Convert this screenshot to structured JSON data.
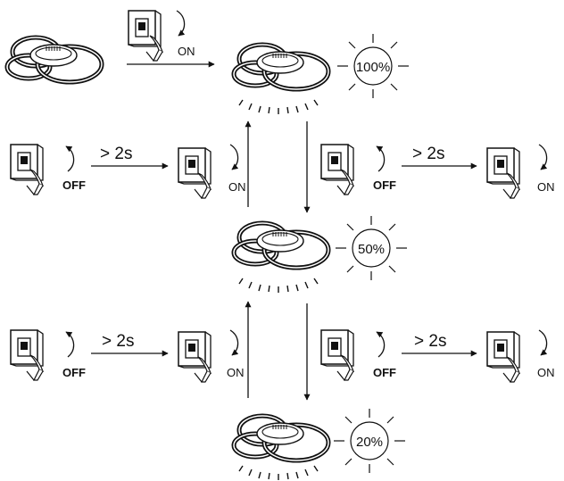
{
  "on_label": "ON",
  "off_label": "OFF",
  "delay_label": "> 2s",
  "levels": [
    "100%",
    "50%",
    "20%"
  ]
}
